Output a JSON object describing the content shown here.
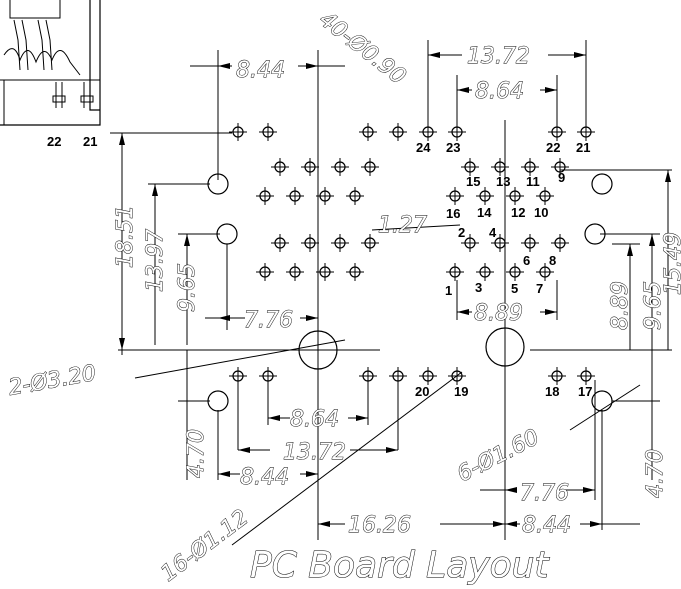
{
  "title": "PC Board Layout",
  "dimensions": {
    "top_844": "8.44",
    "top_1372": "13.72",
    "top_864": "8.64",
    "holes_40": "40-Ø0.90",
    "d1851": "18.51",
    "d1397": "13.97",
    "d965_left": "9.65",
    "d127": "1.27",
    "d776_left": "7.76",
    "d889_h": "8.89",
    "d889_v": "8.89",
    "d965_right": "9.65",
    "d1549": "15.49",
    "mount_320": "2-Ø3.20",
    "d470_left": "4.70",
    "bot_864": "8.64",
    "bot_1372": "13.72",
    "bot_844": "8.44",
    "holes_16": "16-Ø1.12",
    "holes_6": "6-Ø1.60",
    "d776_right": "7.76",
    "d1626": "16.26",
    "d844_right": "8.44",
    "d470_right": "4.70"
  },
  "pin_labels": {
    "p24": "24",
    "p23": "23",
    "p22": "22",
    "p21": "21",
    "p15": "15",
    "p13": "13",
    "p11": "11",
    "p9": "9",
    "p16": "16",
    "p14": "14",
    "p12": "12",
    "p10": "10",
    "p2": "2",
    "p4": "4",
    "p6": "6",
    "p8": "8",
    "p1": "1",
    "p3": "3",
    "p5": "5",
    "p7": "7",
    "p20": "20",
    "p19": "19",
    "p18": "18",
    "p17": "17",
    "inset22": "22",
    "inset21": "21"
  }
}
